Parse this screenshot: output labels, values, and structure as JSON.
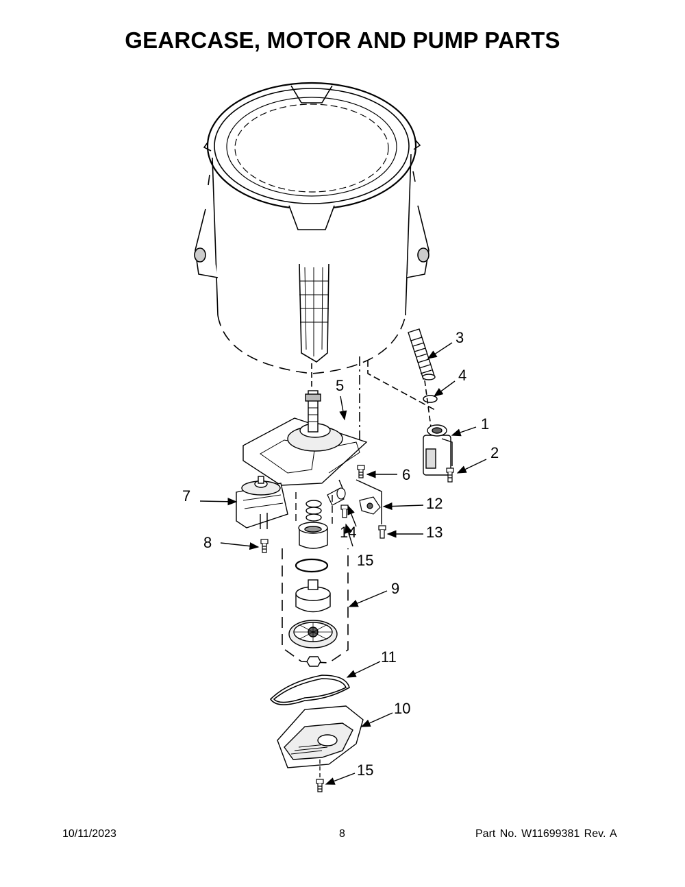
{
  "title": "GEARCASE, MOTOR AND PUMP PARTS",
  "callouts": {
    "c1": "1",
    "c2": "2",
    "c3": "3",
    "c4": "4",
    "c5": "5",
    "c6": "6",
    "c7": "7",
    "c8": "8",
    "c9": "9",
    "c10": "10",
    "c11": "11",
    "c12": "12",
    "c13": "13",
    "c14": "14",
    "c15a": "15",
    "c15b": "15"
  },
  "footer": {
    "date": "10/11/2023",
    "page": "8",
    "part": "Part No.  W11699381  Rev.  A"
  }
}
